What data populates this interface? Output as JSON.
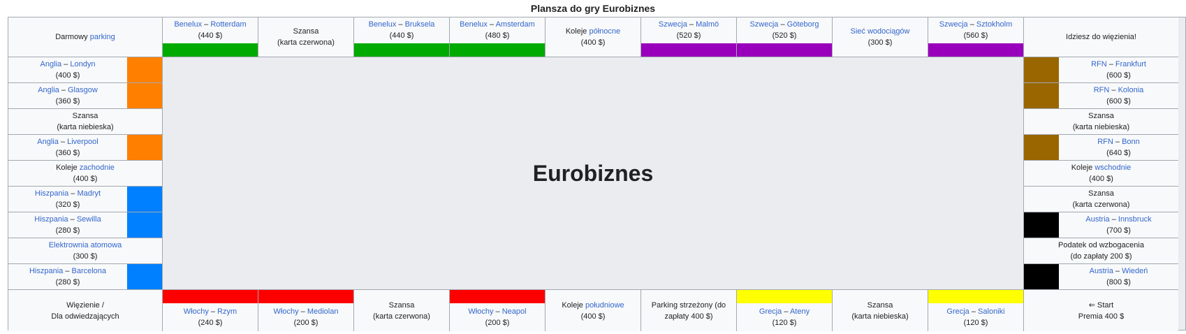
{
  "caption": "Plansza do gry Eurobiznes",
  "center_title": "Eurobiznes",
  "colors": {
    "green": "#00aa00",
    "purple": "#9900bb",
    "orange": "#ff8000",
    "blue": "#0080ff",
    "brown": "#996600",
    "black": "#000000",
    "red": "#ff0000",
    "yellow": "#ffff00"
  },
  "corners": {
    "top_left": {
      "pre": "Darmowy",
      "link": "parking"
    },
    "top_right": {
      "line1": "Idziesz do więzienia!"
    },
    "bottom_left": {
      "line1": "Więzienie /",
      "line2": "Dla odwiedzających"
    },
    "bottom_right": {
      "line1": "⇐ Start",
      "line2": "Premia 400 $"
    }
  },
  "top": [
    {
      "country": "Benelux",
      "city": "Rotterdam",
      "price": "(440 $)",
      "color": "green"
    },
    {
      "text1": "Szansa",
      "text2": "(karta czerwona)"
    },
    {
      "country": "Benelux",
      "city": "Bruksela",
      "price": "(440 $)",
      "color": "green"
    },
    {
      "country": "Benelux",
      "city": "Amsterdam",
      "price": "(480 $)",
      "color": "green"
    },
    {
      "pre": "Koleje",
      "link": "północne",
      "price": "(400 $)"
    },
    {
      "country": "Szwecja",
      "city": "Malmö",
      "price": "(520 $)",
      "color": "purple"
    },
    {
      "country": "Szwecja",
      "city": "Göteborg",
      "price": "(520 $)",
      "color": "purple"
    },
    {
      "link": "Sieć wodociągów",
      "price": "(300 $)"
    },
    {
      "country": "Szwecja",
      "city": "Sztokholm",
      "price": "(560 $)",
      "color": "purple"
    }
  ],
  "left": [
    {
      "country": "Anglia",
      "city": "Londyn",
      "price": "(400 $)",
      "color": "orange"
    },
    {
      "country": "Anglia",
      "city": "Glasgow",
      "price": "(360 $)",
      "color": "orange"
    },
    {
      "text1": "Szansa",
      "text2": "(karta niebieska)"
    },
    {
      "country": "Anglia",
      "city": "Liverpool",
      "price": "(360 $)",
      "color": "orange"
    },
    {
      "pre": "Koleje",
      "link": "zachodnie",
      "price": "(400 $)"
    },
    {
      "country": "Hiszpania",
      "city": "Madryt",
      "price": "(320 $)",
      "color": "blue"
    },
    {
      "country": "Hiszpania",
      "city": "Sewilla",
      "price": "(280 $)",
      "color": "blue"
    },
    {
      "link": "Elektrownia atomowa",
      "price": "(300 $)"
    },
    {
      "country": "Hiszpania",
      "city": "Barcelona",
      "price": "(280 $)",
      "color": "blue"
    }
  ],
  "right": [
    {
      "country": "RFN",
      "city": "Frankfurt",
      "price": "(600 $)",
      "color": "brown"
    },
    {
      "country": "RFN",
      "city": "Kolonia",
      "price": "(600 $)",
      "color": "brown"
    },
    {
      "text1": "Szansa",
      "text2": "(karta niebieska)"
    },
    {
      "country": "RFN",
      "city": "Bonn",
      "price": "(640 $)",
      "color": "brown"
    },
    {
      "pre": "Koleje",
      "link": "wschodnie",
      "price": "(400 $)"
    },
    {
      "text1": "Szansa",
      "text2": "(karta czerwona)"
    },
    {
      "country": "Austria",
      "city": "Innsbruck",
      "price": "(700 $)",
      "color": "black"
    },
    {
      "text1": "Podatek od wzbogacenia",
      "text2": "(do zapłaty 200 $)"
    },
    {
      "country": "Austria",
      "city": "Wiedeń",
      "price": "(800 $)",
      "color": "black"
    }
  ],
  "bottom": [
    {
      "country": "Włochy",
      "city": "Rzym",
      "price": "(240 $)",
      "color": "red"
    },
    {
      "country": "Włochy",
      "city": "Mediolan",
      "price": "(200 $)",
      "color": "red"
    },
    {
      "text1": "Szansa",
      "text2": "(karta czerwona)"
    },
    {
      "country": "Włochy",
      "city": "Neapol",
      "price": "(200 $)",
      "color": "red"
    },
    {
      "pre": "Koleje",
      "link": "południowe",
      "price": "(400 $)"
    },
    {
      "text1": "Parking strzeżony (do",
      "text2": "zapłaty 400 $)"
    },
    {
      "country": "Grecja",
      "city": "Ateny",
      "price": "(120 $)",
      "color": "yellow"
    },
    {
      "text1": "Szansa",
      "text2": "(karta niebieska)"
    },
    {
      "country": "Grecja",
      "city": "Saloniki",
      "price": "(120 $)",
      "color": "yellow"
    }
  ]
}
